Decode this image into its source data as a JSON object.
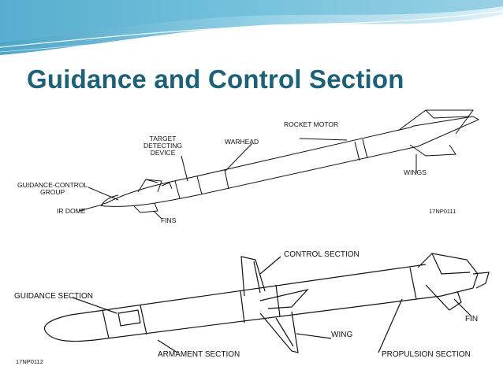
{
  "slide": {
    "title": "Guidance and Control Section"
  },
  "diagram_top": {
    "labels": {
      "rocket_motor": "ROCKET\nMOTOR",
      "warhead": "WARHEAD",
      "target_detecting_device": "TARGET\nDETECTING\nDEVICE",
      "guidance_control_group": "GUIDANCE-CONTROL\nGROUP",
      "ir_dome": "IR DOME",
      "fins": "FINS",
      "wings": "WINGS"
    },
    "figure_code": "17NP0111"
  },
  "diagram_bottom": {
    "labels": {
      "control_section": "CONTROL SECTION",
      "guidance_section": "GUIDANCE SECTION",
      "fin": "FIN",
      "wing": "WING",
      "armament_section": "ARMAMENT SECTION",
      "propulsion_section": "PROPULSION SECTION"
    },
    "figure_code": "17NP0112"
  },
  "colors": {
    "title": "#1a6179",
    "wave_dark": "#3a9fc3",
    "wave_light": "#bfe3ef",
    "line": "#111111"
  }
}
